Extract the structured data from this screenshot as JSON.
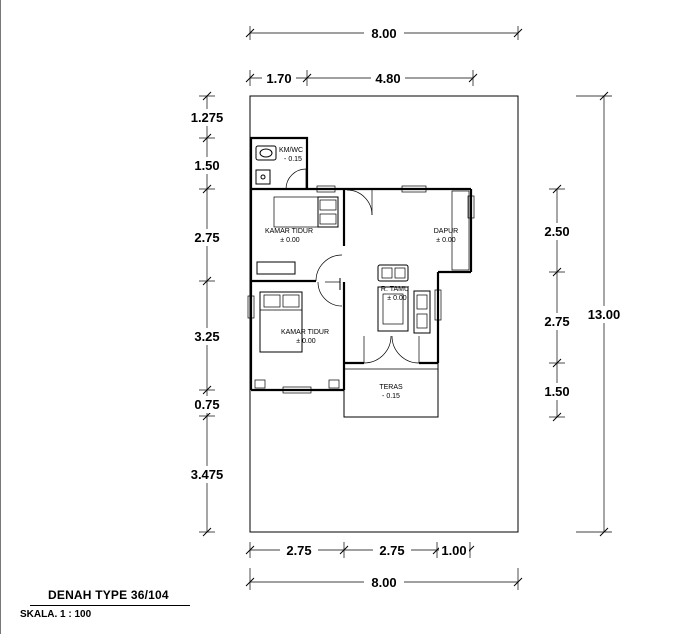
{
  "drawing": {
    "top_overall": "8.00",
    "top_segments": [
      "1.70",
      "4.80"
    ],
    "left_segments": [
      "1.275",
      "1.50",
      "2.75",
      "3.25",
      "0.75",
      "3.475"
    ],
    "right_segments": [
      "2.50",
      "2.75",
      "1.50"
    ],
    "right_overall": "13.00",
    "bottom_segments": [
      "2.75",
      "2.75",
      "1.00"
    ],
    "bottom_overall": "8.00"
  },
  "rooms": {
    "kmwc_name": "KM/WC",
    "kmwc_level": "- 0.15",
    "bedroom1_name": "KAMAR TIDUR",
    "bedroom1_level": "± 0.00",
    "bedroom2_name": "KAMAR TIDUR",
    "bedroom2_level": "± 0.00",
    "kitchen_name": "DAPUR",
    "kitchen_level": "± 0.00",
    "living_name": "R. TAMU",
    "living_level": "± 0.00",
    "terrace_name": "TERAS",
    "terrace_level": "- 0.15"
  },
  "title_block": {
    "title": "DENAH TYPE 36/104",
    "scale": "SKALA. 1 : 100"
  }
}
